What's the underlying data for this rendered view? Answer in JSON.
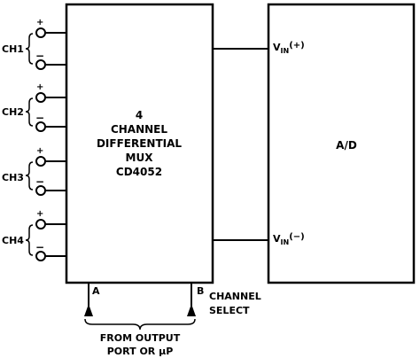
{
  "mux": {
    "lines": [
      "4",
      "CHANNEL",
      "DIFFERENTIAL",
      "MUX",
      "CD4052"
    ]
  },
  "adc": {
    "label": "A/D"
  },
  "channels": [
    {
      "name": "CH1",
      "plus": "+",
      "minus": "−"
    },
    {
      "name": "CH2",
      "plus": "+",
      "minus": "−"
    },
    {
      "name": "CH3",
      "plus": "+",
      "minus": "−"
    },
    {
      "name": "CH4",
      "plus": "+",
      "minus": "−"
    }
  ],
  "vin_plus": {
    "main": "V",
    "sub": "IN",
    "sign": "(+)"
  },
  "vin_minus": {
    "main": "V",
    "sub": "IN",
    "sign": "(−)"
  },
  "select": {
    "pin_a": "A",
    "pin_b": "B",
    "label_lines": [
      "CHANNEL",
      "SELECT"
    ],
    "source_lines": [
      "FROM OUTPUT",
      "PORT OR μP"
    ]
  }
}
